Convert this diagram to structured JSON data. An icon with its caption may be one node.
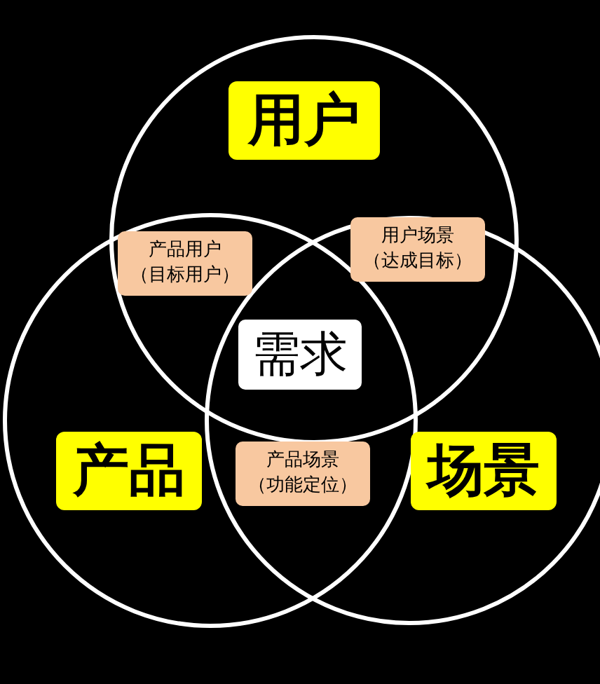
{
  "diagram": {
    "nodes": [
      {
        "text": [
          "用户"
        ]
      },
      {
        "text": [
          "产品"
        ]
      },
      {
        "text": [
          "场景"
        ]
      },
      {
        "text": [
          "产品用户",
          "（目标用户）"
        ]
      },
      {
        "text": [
          "用户场景",
          "（达成目标）"
        ]
      },
      {
        "text": [
          "需求"
        ]
      },
      {
        "text": [
          "产品场景",
          "（功能定位）"
        ]
      }
    ]
  }
}
